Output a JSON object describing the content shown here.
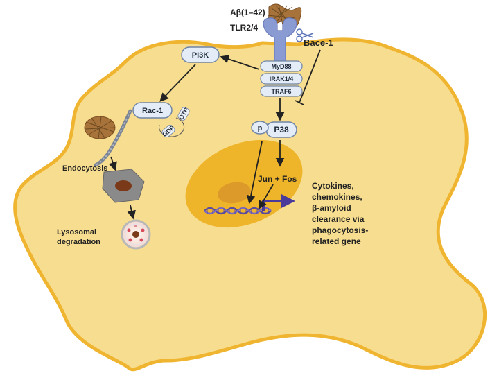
{
  "receptor": {
    "ligand_label": "Aβ(1–42)",
    "receptor_label": "TLR2/4",
    "enzyme_label": "Bace-1",
    "adaptors": [
      "MyD88",
      "IRAK1/4",
      "TRAF6"
    ]
  },
  "pathway": {
    "pi3k_label": "PI3K",
    "rac_label": "Rac-1",
    "gtp_label": "GTP",
    "gdp_label": "GDP",
    "phospho_label": "p",
    "p38_label": "P38",
    "tf_label": "Jun + Fos"
  },
  "endocytosis": {
    "endocytosis_label": "Endocytosis",
    "lysosome_label_line1": "Lysosomal",
    "lysosome_label_line2": "degradation"
  },
  "outcome": {
    "lines": [
      "Cytokines,",
      "chemokines,",
      "β-amyloid",
      "clearance via",
      "phagocytosis-",
      "related gene"
    ]
  },
  "colors": {
    "cell_fill": "#f7dd8f",
    "cell_border": "#f0b530",
    "nucleus": "#efb52a",
    "nucleolus": "#dc9a2a",
    "receptor": "#8a9bd4",
    "pill_fill": "#e3ecf7",
    "pill_border": "#6f84a6",
    "dna": "#5a4aa0",
    "arrow": "#222222"
  }
}
